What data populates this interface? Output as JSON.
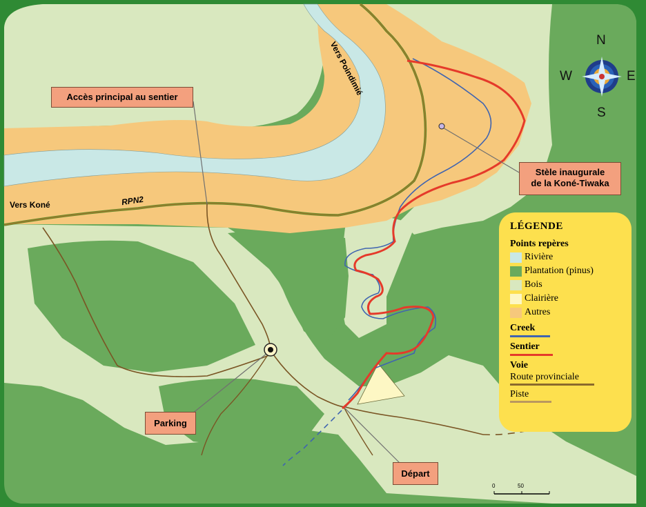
{
  "callouts": {
    "acces": "Accès principal au sentier",
    "stele_1": "Stèle inaugurale",
    "stele_2": "de la Koné-Tiwaka",
    "parking": "Parking",
    "depart": "Départ"
  },
  "map_labels": {
    "vers_kone": "Vers Koné",
    "rpn2": "RPN2",
    "vers_poindimie": "Vers Poindimié"
  },
  "legend": {
    "title": "LÉGENDE",
    "points_heading": "Points repères",
    "items": [
      {
        "label": "Rivière",
        "color": "#c9e8e6"
      },
      {
        "label": "Plantation (pinus)",
        "color": "#6aaa5c"
      },
      {
        "label": "Bois",
        "color": "#d9e8bf"
      },
      {
        "label": "Clairière",
        "color": "#fdf7c4"
      },
      {
        "label": "Autres",
        "color": "#f6c87c"
      }
    ],
    "creek": {
      "label": "Creek",
      "color": "#3f64b0"
    },
    "sentier": {
      "label": "Sentier",
      "color": "#e53a2a"
    },
    "voie": "Voie",
    "route": {
      "label": "Route provinciale",
      "color": "#8a6a2c"
    },
    "piste": {
      "label": "Piste",
      "color": "#b9975f"
    }
  },
  "compass": {
    "n": "N",
    "s": "S",
    "e": "E",
    "w": "W"
  },
  "scale": {
    "start": "0",
    "end": "50"
  }
}
